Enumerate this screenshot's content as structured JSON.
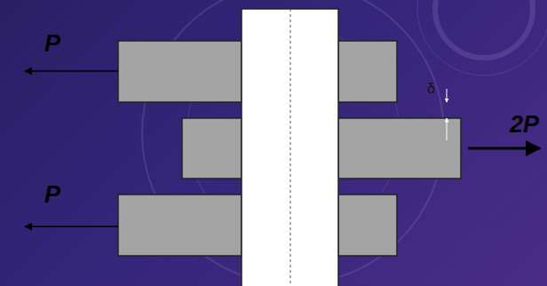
{
  "diagram": {
    "labels": [
      "P",
      "P",
      "2P",
      "δ"
    ]
  }
}
